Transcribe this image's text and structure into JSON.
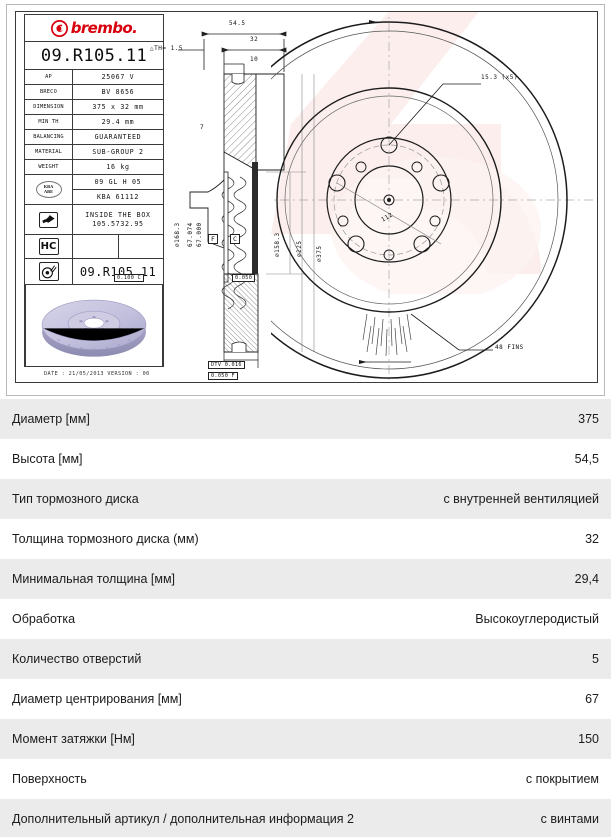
{
  "datasheet": {
    "brand": "brembo.",
    "brand_color": "#d9000d",
    "part_number": "09.R105.11",
    "part_number_repeat": "09.R105.11",
    "info_rows": [
      {
        "label": "AP",
        "value": "25067 V"
      },
      {
        "label": "BRECO",
        "value": "BV 8656"
      },
      {
        "label": "DIMENSION",
        "value": "375 x 32 mm"
      },
      {
        "label": "MIN TH",
        "value": "29.4 mm"
      },
      {
        "label": "BALANCING",
        "value": "GUARANTEED"
      },
      {
        "label": "MATERIAL",
        "value": "SUB-GROUP 2"
      },
      {
        "label": "WEIGHT",
        "value": "16 kg"
      }
    ],
    "kba_icon_label_line1": "KBA",
    "kba_icon_label_line2": "ABE",
    "kba_value_1": "09 GL H 05",
    "kba_value_2": "KBA 61112",
    "bolt_icon_name": "bolt-icon",
    "box_value_line1": "INSIDE THE BOX",
    "box_value_line2": "105.5732.95",
    "hc_badge": "HC",
    "hc_value_left": "",
    "hc_value_right": "",
    "disc_wrench_icon_name": "disc-wrench-icon",
    "date_line": "DATE : 21/05/2013 VERSION : 00",
    "drawing": {
      "dim_overall_height": "54.5",
      "dim_thickness": "32",
      "dim_hat_depth": "10",
      "dim_delta_th": "TH= 1.5",
      "dim_delta_symbol": "△",
      "dim_left_small": "7",
      "dim_od_168": "⌀168.3",
      "dim_tol_hi": "67.074",
      "dim_tol_lo": "67.000",
      "dim_158": "⌀158.3",
      "dim_225": "⌀225",
      "dim_375": "⌀375",
      "datum_f": "F",
      "datum_c": "C",
      "tol_box_1": "0.100 C",
      "tol_box_2": "0.050",
      "tol_box_dtv": "DTV 0.016",
      "tol_box_par": "0.050 F",
      "bolt_hole_note": "15.3 (x5)",
      "pcd_note": "112",
      "fins_note": "48 FINS"
    }
  },
  "spec_list": {
    "rows": [
      {
        "label": "Диаметр [мм]",
        "value": "375"
      },
      {
        "label": "Высота [мм]",
        "value": "54,5"
      },
      {
        "label": "Тип тормозного диска",
        "value": "с внутренней вентиляцией"
      },
      {
        "label": "Толщина тормозного диска (мм)",
        "value": "32"
      },
      {
        "label": "Минимальная толщина [мм]",
        "value": "29,4"
      },
      {
        "label": "Обработка",
        "value": "Высокоуглеродистый"
      },
      {
        "label": "Количество отверстий",
        "value": "5"
      },
      {
        "label": "Диаметр центрирования [мм]",
        "value": "67"
      },
      {
        "label": "Момент затяжки [Нм]",
        "value": "150"
      },
      {
        "label": "Поверхность",
        "value": "с покрытием"
      },
      {
        "label": "Дополнительный артикул / дополнительная информация 2",
        "value": "с винтами"
      }
    ]
  },
  "colors": {
    "row_alt": "#ebebeb",
    "row_plain": "#ffffff",
    "brand": "#d9000d",
    "watermark": "#f3c9c4",
    "disc_render": "#c5c3de"
  }
}
